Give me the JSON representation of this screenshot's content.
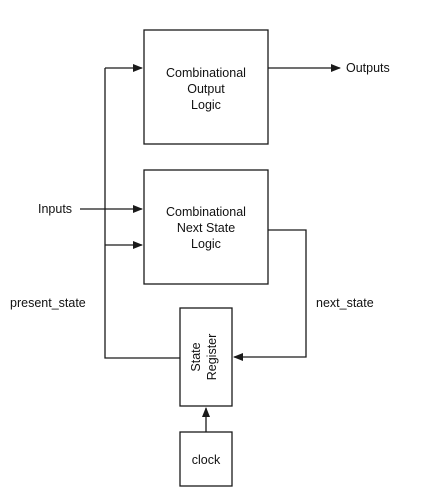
{
  "blocks": {
    "output_logic": [
      "Combinational",
      "Output",
      "Logic"
    ],
    "next_state_logic": [
      "Combinational",
      "Next State",
      "Logic"
    ],
    "state_register": [
      "State",
      "Register"
    ],
    "clock": "clock"
  },
  "signals": {
    "outputs": "Outputs",
    "inputs": "Inputs",
    "present_state": "present_state",
    "next_state": "next_state"
  }
}
